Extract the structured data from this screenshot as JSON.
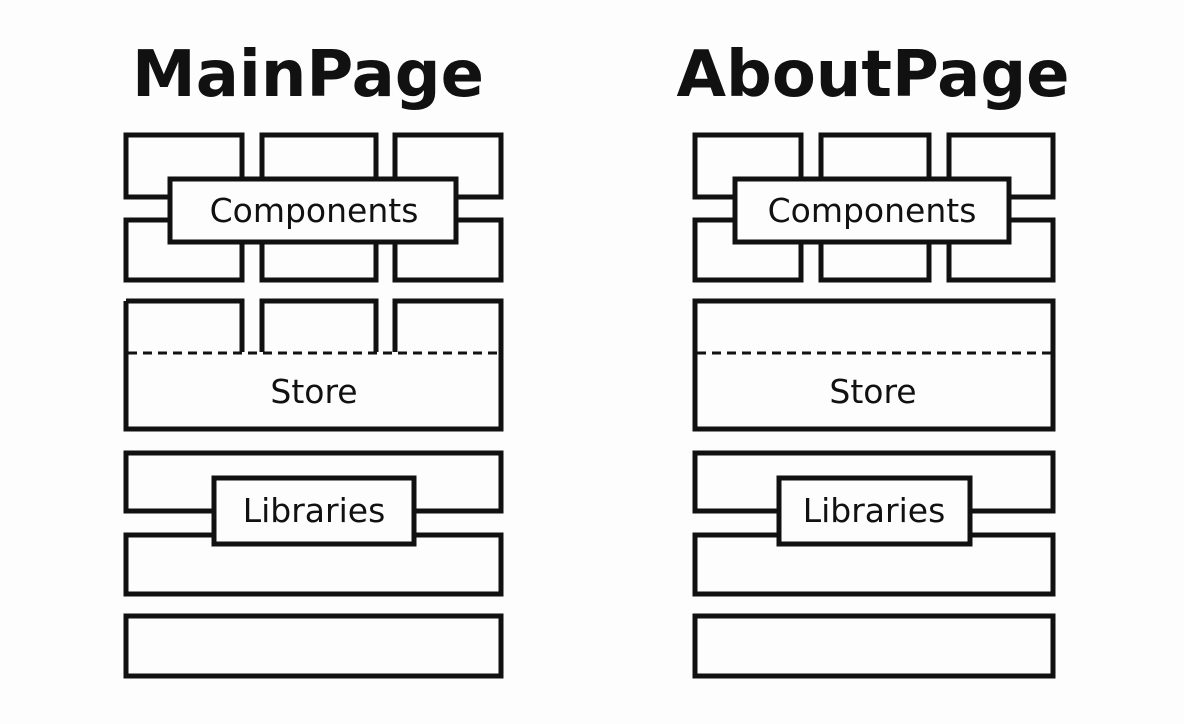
{
  "pages": [
    {
      "title": "MainPage",
      "components_label": "Components",
      "store_label": "Store",
      "libraries_label": "Libraries"
    },
    {
      "title": "AboutPage",
      "components_label": "Components",
      "store_label": "Store",
      "libraries_label": "Libraries"
    }
  ],
  "colors": {
    "stroke": "#111111",
    "background": "#fdfdfd"
  }
}
